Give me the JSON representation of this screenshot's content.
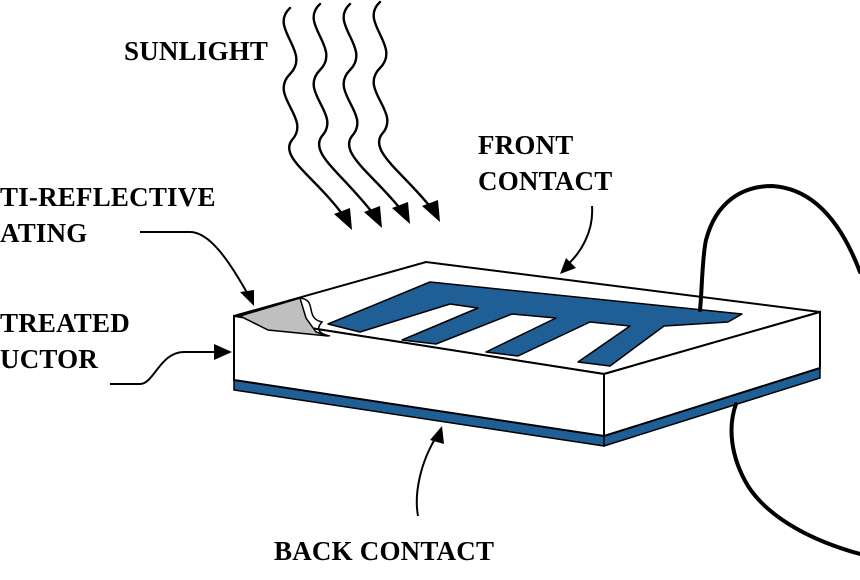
{
  "labels": {
    "sunlight": "SUNLIGHT",
    "front_contact_line1": "FRONT",
    "front_contact_line2": "CONTACT",
    "anti_reflective_line1": "TI-REFLECTIVE",
    "anti_reflective_line2": "ATING",
    "treated_line1": "TREATED",
    "treated_line2": "UCTOR",
    "back_contact": "BACK CONTACT"
  },
  "colors": {
    "contact_blue": "#1f5f96",
    "outline": "#000000",
    "cell_body": "#ffffff",
    "coating_gray": "#bfbfbf"
  }
}
